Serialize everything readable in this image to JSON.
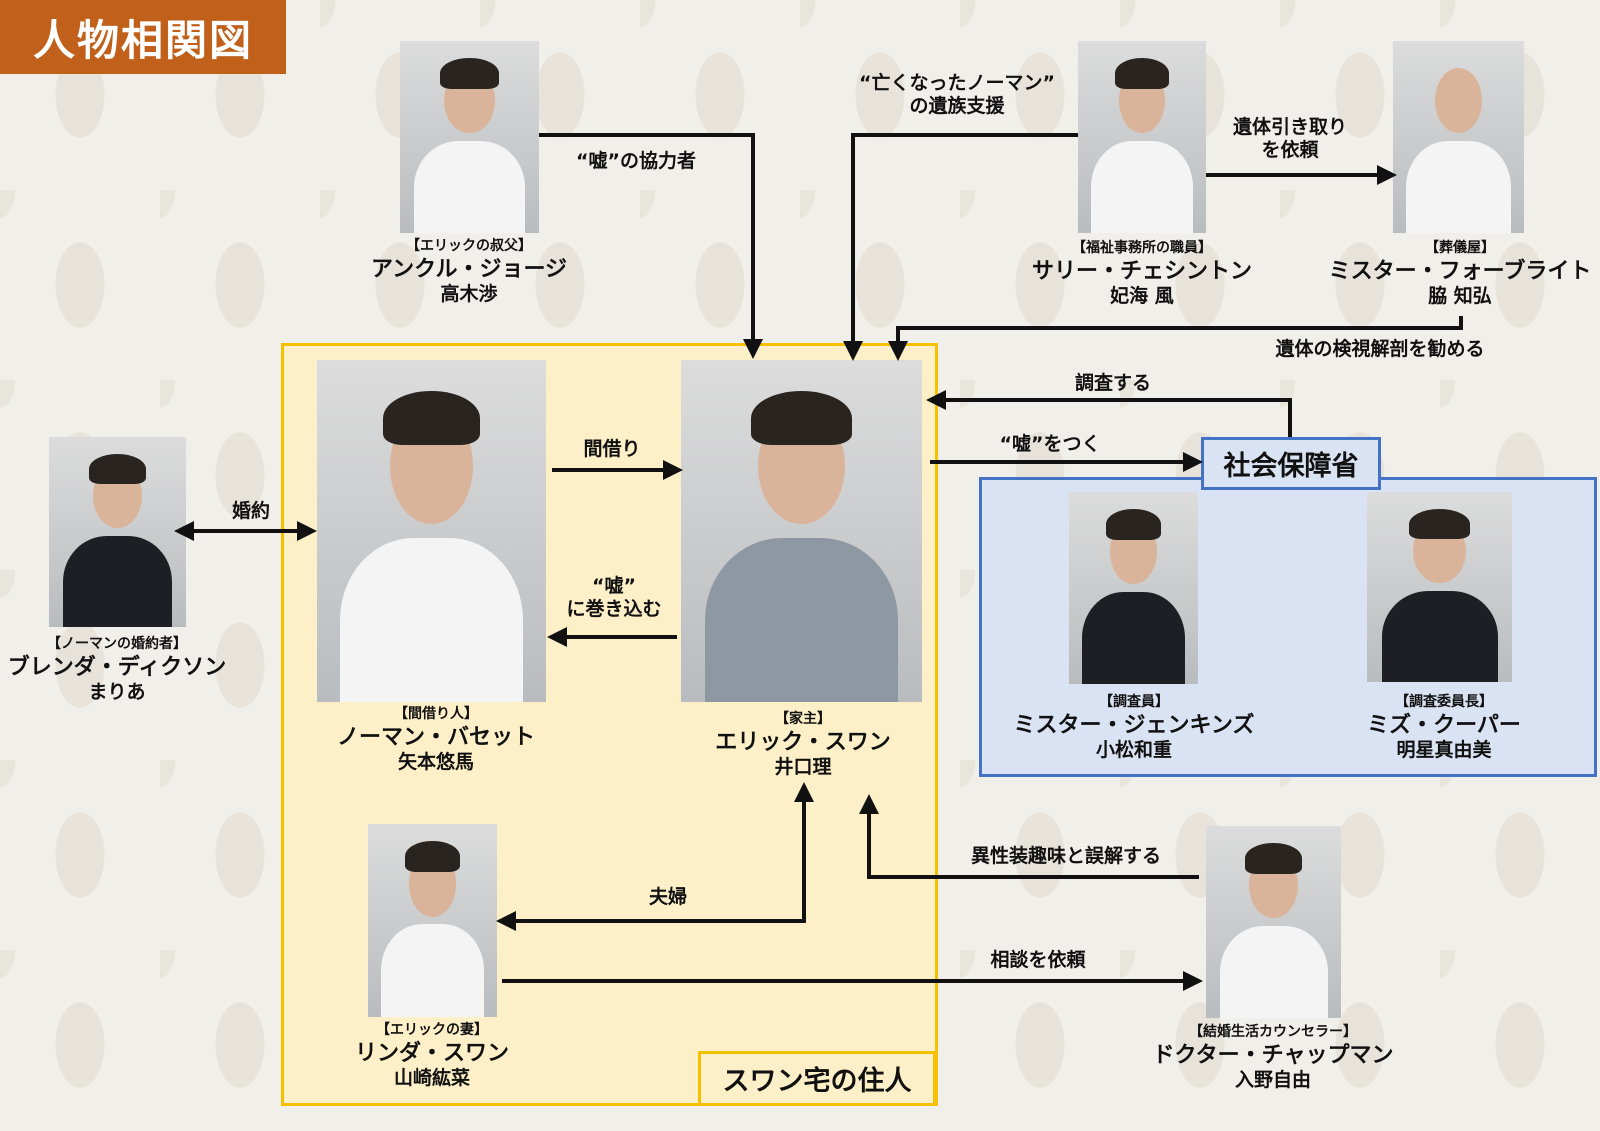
{
  "title": "人物相関図",
  "groups": {
    "house": "スワン宅の住人",
    "ministry": "社会保障省"
  },
  "people": {
    "george": {
      "role": "【エリックの叔父】",
      "name": "アンクル・ジョージ",
      "actor": "高木渉"
    },
    "sally": {
      "role": "【福祉事務所の職員】",
      "name": "サリー・チェシントン",
      "actor": "妃海 風"
    },
    "forbright": {
      "role": "【葬儀屋】",
      "name": "ミスター・フォーブライト",
      "actor": "脇 知弘"
    },
    "brenda": {
      "role": "【ノーマンの婚約者】",
      "name": "ブレンダ・ディクソン",
      "actor": "まりあ"
    },
    "norman": {
      "role": "【間借り人】",
      "name": "ノーマン・バセット",
      "actor": "矢本悠馬"
    },
    "eric": {
      "role": "【家主】",
      "name": "エリック・スワン",
      "actor": "井口理"
    },
    "jenkins": {
      "role": "【調査員】",
      "name": "ミスター・ジェンキンズ",
      "actor": "小松和重"
    },
    "cooper": {
      "role": "【調査委員長】",
      "name": "ミズ・クーパー",
      "actor": "明星真由美"
    },
    "linda": {
      "role": "【エリックの妻】",
      "name": "リンダ・スワン",
      "actor": "山崎紘菜"
    },
    "chapman": {
      "role": "【結婚生活カウンセラー】",
      "name": "ドクター・チャップマン",
      "actor": "入野自由"
    }
  },
  "relations": {
    "george_eric": "“嘘”の協力者",
    "sally_eric": "“亡くなったノーマン”\nの遺族支援",
    "sally_forbright": "遺体引き取り\nを依頼",
    "forbright_eric": "遺体の検視解剖を勧める",
    "ministry_eric": "調査する",
    "eric_ministry": "“嘘”をつく",
    "brenda_norman": "婚約",
    "norman_eric": "間借り",
    "eric_norman": "“嘘”\nに巻き込む",
    "eric_linda": "夫婦",
    "chapman_eric": "異性装趣味と誤解する",
    "linda_chapman": "相談を依頼"
  }
}
